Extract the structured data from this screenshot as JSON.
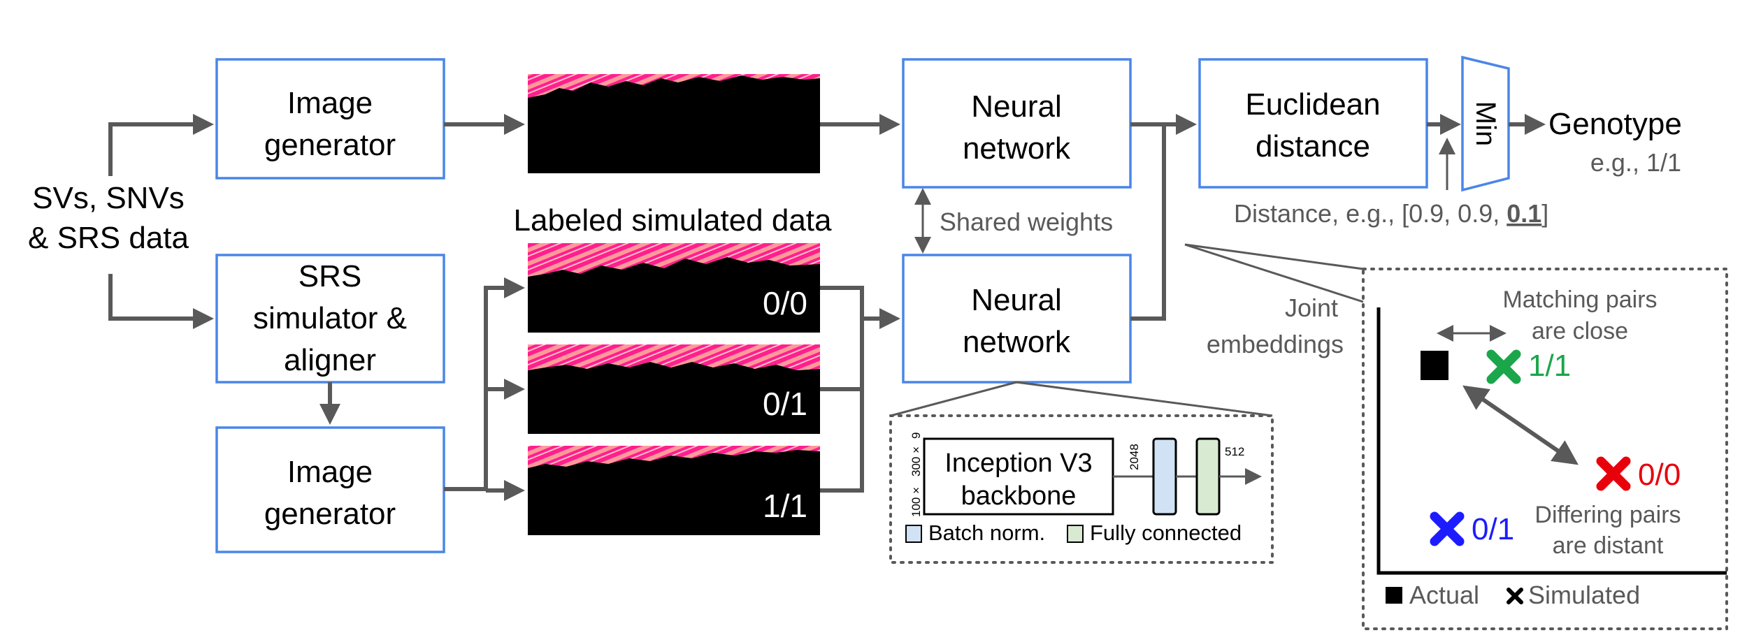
{
  "input": {
    "line1": "SVs, SNVs",
    "line2": "& SRS data"
  },
  "image_generator_top": {
    "line1": "Image",
    "line2": "generator"
  },
  "srs_simulator": {
    "line1": "SRS",
    "line2": "simulator &",
    "line3": "aligner"
  },
  "image_generator_bottom": {
    "line1": "Image",
    "line2": "generator"
  },
  "labeled_title": "Labeled simulated data",
  "simulated_labels": [
    "0/0",
    "0/1",
    "1/1"
  ],
  "nn_top": {
    "line1": "Neural",
    "line2": "network"
  },
  "nn_bottom": {
    "line1": "Neural",
    "line2": "network"
  },
  "shared_weights": "Shared weights",
  "euclidean": {
    "line1": "Euclidean",
    "line2": "distance"
  },
  "min_label": "Min",
  "genotype": "Genotype",
  "genotype_example": "e.g., 1/1",
  "distance_prefix": "Distance, e.g., [0.9, 0.9, ",
  "distance_highlight": "0.1",
  "distance_suffix": "]",
  "backbone": {
    "line1": "Inception V3",
    "line2": "backbone",
    "dim_in_1": "100 ×",
    "dim_in_2": "300 ×",
    "dim_in_3": "9",
    "dim_mid": "2048",
    "dim_out": "512",
    "legend_batch": "Batch norm.",
    "legend_fc": "Fully connected"
  },
  "embed": {
    "title_line1": "Joint",
    "title_line2": "embeddings",
    "matching_line1": "Matching pairs",
    "matching_line2": "are close",
    "differing_line1": "Differing pairs",
    "differing_line2": "are distant",
    "point_11": "1/1",
    "point_00": "0/0",
    "point_01": "0/1",
    "legend_actual": "Actual",
    "legend_simulated": "Simulated"
  },
  "colors": {
    "box_border": "#4a86e8",
    "arrow": "#595959",
    "green": "#1aa64a",
    "red": "#e8000b",
    "blue": "#1c1cff",
    "pink": "#ff1f8e",
    "salmon": "#ff9a9a",
    "batch_norm": "#d0e2f3",
    "fully_connected": "#d9ead3"
  }
}
